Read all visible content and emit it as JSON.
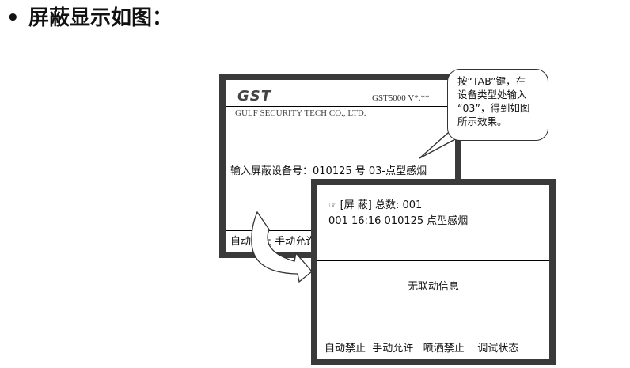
{
  "title": {
    "bullet": "•",
    "text": "屏蔽显示如图："
  },
  "screen1": {
    "logo": "GST",
    "model": "GST5000  V*.**",
    "company": "GULF  SECURITY  TECH  CO., LTD.",
    "prompt": "输入屏蔽设备号：010125 号 03-点型感烟",
    "status_bar": "自动禁止  手动允许"
  },
  "callout": {
    "lines": [
      "按“TAB”键，在",
      "设备类型处输入",
      "“03”，得到如图",
      "所示效果。"
    ]
  },
  "screen2": {
    "header": "[屏 蔽] 总数: 001",
    "record": "001  16:16  010125  点型感烟",
    "linkage": "无联动信息",
    "status_items": [
      "自动禁止",
      "手动允许",
      "喷洒禁止",
      "调试状态"
    ]
  }
}
